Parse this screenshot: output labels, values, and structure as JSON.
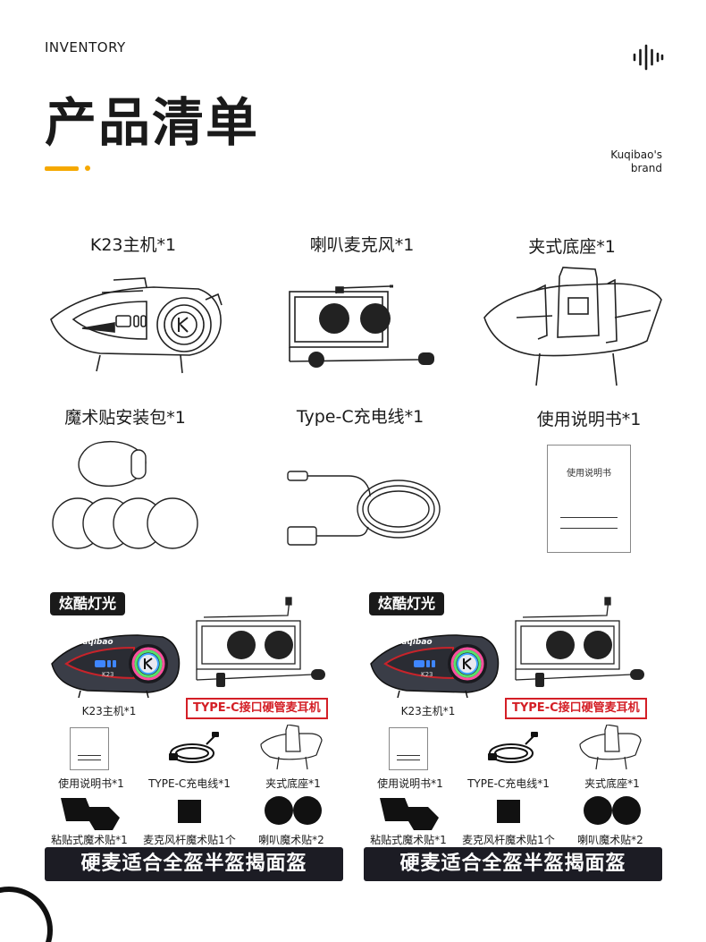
{
  "header": {
    "section_label": "INVENTORY",
    "title": "产品清单",
    "brand_line1": "Kuqibao's",
    "brand_line2": "brand"
  },
  "items": [
    {
      "label": "K23主机*1",
      "icon": "intercom-unit-icon"
    },
    {
      "label": "喇叭麦克风*1",
      "icon": "speaker-mic-icon"
    },
    {
      "label": "夹式底座*1",
      "icon": "clip-mount-icon"
    },
    {
      "label": "魔术贴安装包*1",
      "icon": "velcro-pack-icon"
    },
    {
      "label": "Type-C充电线*1",
      "icon": "typec-cable-icon"
    },
    {
      "label": "使用说明书*1",
      "icon": "manual-icon"
    }
  ],
  "manual_cover_text": "使用说明书",
  "panels": [
    {
      "badge": "炫酷灯光",
      "unit_caption": "K23主机*1",
      "unit_brand": "kuqibao",
      "unit_model": "K23",
      "mic_tag": "TYPE-C接口硬管麦耳机",
      "small_items": [
        "使用说明书*1",
        "TYPE-C充电线*1",
        "夹式底座*1"
      ],
      "sticker_items": [
        "粘贴式魔术贴*1",
        "麦克风杆魔术贴1个",
        "喇叭魔术贴*2"
      ],
      "footer": "硬麦适合全盔半盔揭面盔"
    },
    {
      "badge": "炫酷灯光",
      "unit_caption": "K23主机*1",
      "unit_brand": "kuqibao",
      "unit_model": "K23",
      "mic_tag": "TYPE-C接口硬管麦耳机",
      "small_items": [
        "使用说明书*1",
        "TYPE-C充电线*1",
        "夹式底座*1"
      ],
      "sticker_items": [
        "粘贴式魔术贴*1",
        "麦克风杆魔术贴1个",
        "喇叭魔术贴*2"
      ],
      "footer": "硬麦适合全盔半盔揭面盔"
    }
  ],
  "colors": {
    "accent": "#f5a800",
    "tag_red": "#d41f26",
    "dark": "#1c1c24"
  }
}
